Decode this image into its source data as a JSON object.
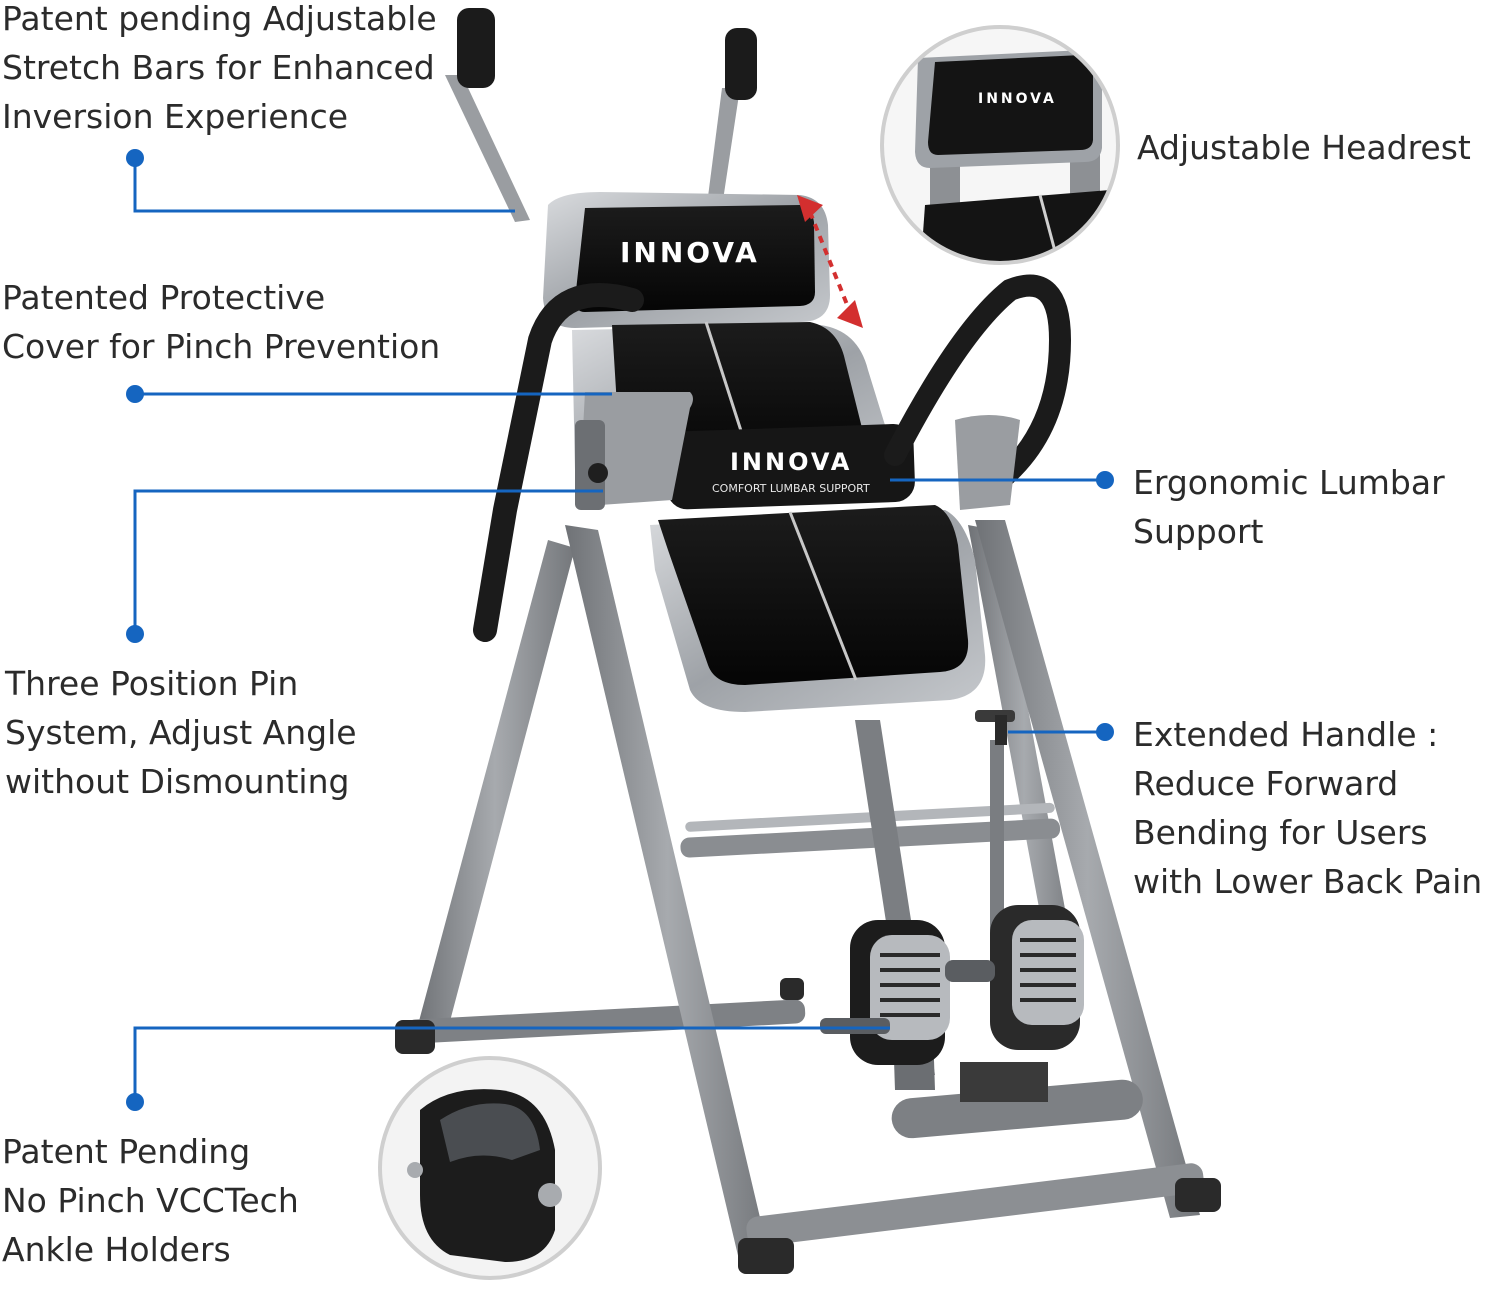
{
  "features": [
    {
      "id": "stretch-bars",
      "lines": [
        "Patent pending Adjustable",
        "Stretch Bars for Enhanced",
        "Inversion Experience"
      ]
    },
    {
      "id": "headrest",
      "lines": [
        "Adjustable Headrest"
      ]
    },
    {
      "id": "protective-cover",
      "lines": [
        "Patented Protective",
        "Cover for Pinch Prevention"
      ]
    },
    {
      "id": "lumbar",
      "lines": [
        "Ergonomic Lumbar",
        "Support"
      ]
    },
    {
      "id": "pin-system",
      "lines": [
        "Three Position Pin",
        "System, Adjust Angle",
        "without Dismounting"
      ]
    },
    {
      "id": "handle",
      "lines": [
        "Extended Handle :",
        "Reduce Forward",
        "Bending for Users",
        "with Lower Back Pain"
      ]
    },
    {
      "id": "ankle-holders",
      "lines": [
        "Patent Pending",
        "No Pinch VCCTech",
        "Ankle Holders"
      ]
    }
  ],
  "product": {
    "brand_logo": "INNOVA",
    "lumbar_pad_brand": "INNOVA",
    "lumbar_pad_caption": "COMFORT LUMBAR SUPPORT",
    "headrest_inset_logo": "INNOVA"
  },
  "colors": {
    "callout_blue": "#1565c0",
    "frame_gray": "#8c8f93",
    "pad_black": "#111111",
    "trim_silver": "#b9bcc0",
    "text": "#2b2b2b"
  },
  "icons": [
    "adjust-arrow-icon",
    "callout-dot-icon"
  ]
}
